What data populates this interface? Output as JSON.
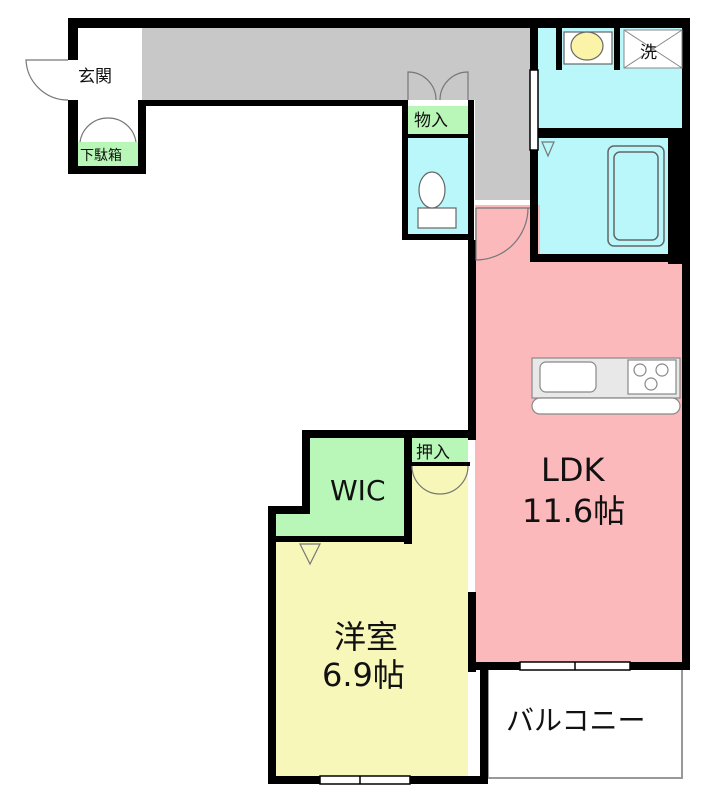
{
  "colors": {
    "wall": "#000000",
    "corridor": "#c8c8c8",
    "wet_area": "#b9f7fb",
    "ldk": "#fbb9bc",
    "western_room": "#f7f7b9",
    "storage": "#b9f7b9",
    "balcony": "#ffffff"
  },
  "icons": [
    "door-swing-icon",
    "toilet-icon",
    "washbasin-icon",
    "bathtub-icon",
    "kitchen-sink-icon",
    "stove-icon",
    "window-icon"
  ],
  "rooms": {
    "entrance": "玄関",
    "shoe_box": "下駄箱",
    "storage_closet": "物入",
    "laundry": "洗",
    "wic": "WIC",
    "closet": "押入",
    "ldk_name": "LDK",
    "ldk_size": "11.6帖",
    "western_name": "洋室",
    "western_size": "6.9帖",
    "balcony": "バルコニー"
  }
}
